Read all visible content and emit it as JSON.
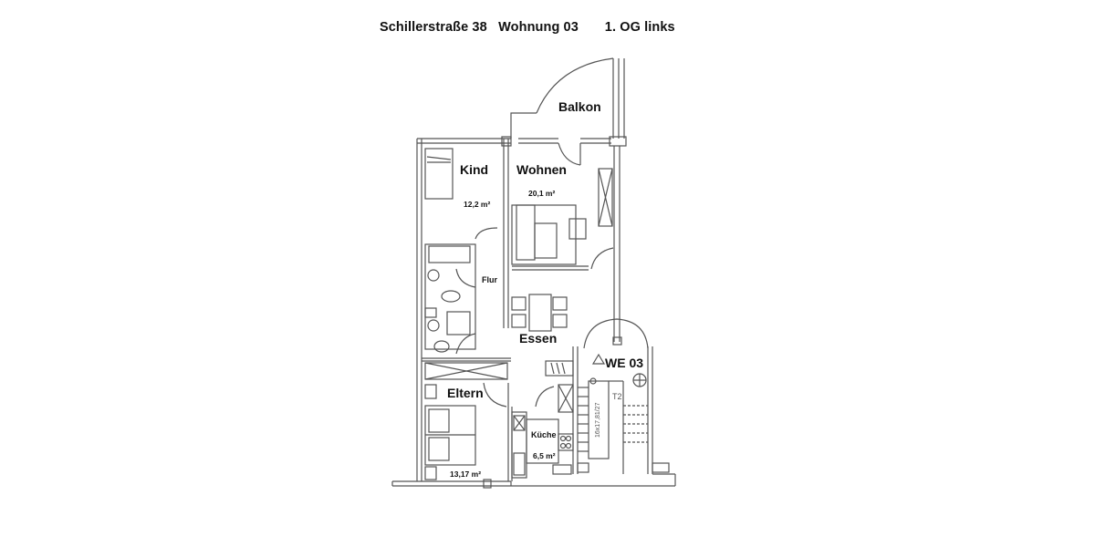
{
  "header": {
    "street": "Schillerstraße 38",
    "unit": "Wohnung 03",
    "floor": "1. OG links"
  },
  "rooms": {
    "balkon": {
      "label": "Balkon"
    },
    "kind": {
      "label": "Kind",
      "area": "12,2 m²"
    },
    "wohnen": {
      "label": "Wohnen",
      "area": "20,1 m²"
    },
    "flur": {
      "label": "Flur"
    },
    "essen": {
      "label": "Essen"
    },
    "eltern": {
      "label": "Eltern",
      "area": "13,17 m²"
    },
    "kueche": {
      "label": "Küche",
      "area": "6,5 m²"
    }
  },
  "stair": {
    "unit_marker": "WE 03",
    "marker_icon": "triangle-icon",
    "stair_label": "T2",
    "stair_spec": "16x17,81/27"
  },
  "colors": {
    "line": "#555555",
    "text": "#111111",
    "background": "#ffffff"
  }
}
